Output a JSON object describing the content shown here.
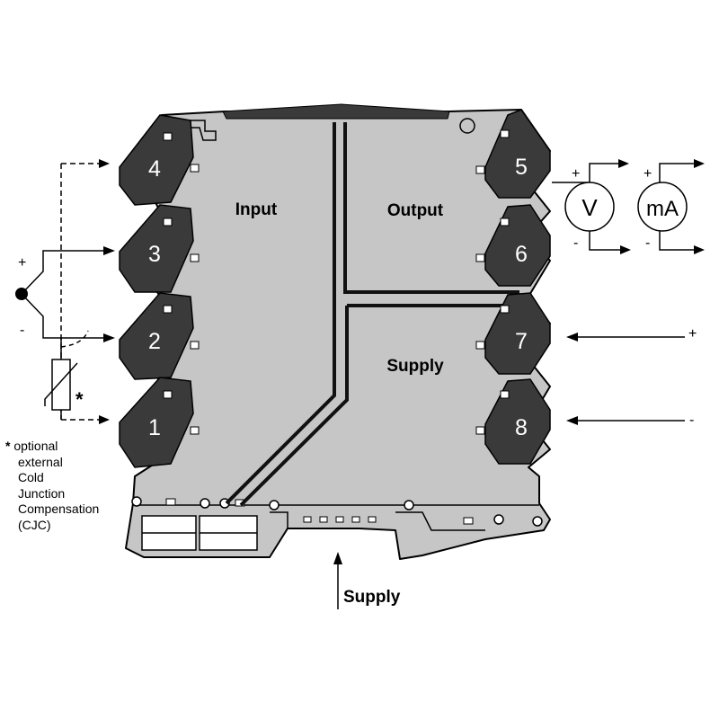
{
  "sections": {
    "input": "Input",
    "output": "Output",
    "supply": "Supply"
  },
  "terminals": [
    "4",
    "3",
    "2",
    "1",
    "5",
    "6",
    "7",
    "8"
  ],
  "meters": {
    "voltage": "V",
    "current": "mA"
  },
  "polarity": {
    "plus": "+",
    "minus": "-"
  },
  "rtd_marker": "*",
  "footnote": {
    "marker": "*",
    "lines": [
      "optional",
      "external",
      "Cold",
      "Junction",
      "Compensation",
      "(CJC)"
    ]
  },
  "supply_arrow_label": "Supply",
  "colors": {
    "housing": "#c8c8c8",
    "terminal": "#3a3a3a",
    "outline": "#000000"
  }
}
